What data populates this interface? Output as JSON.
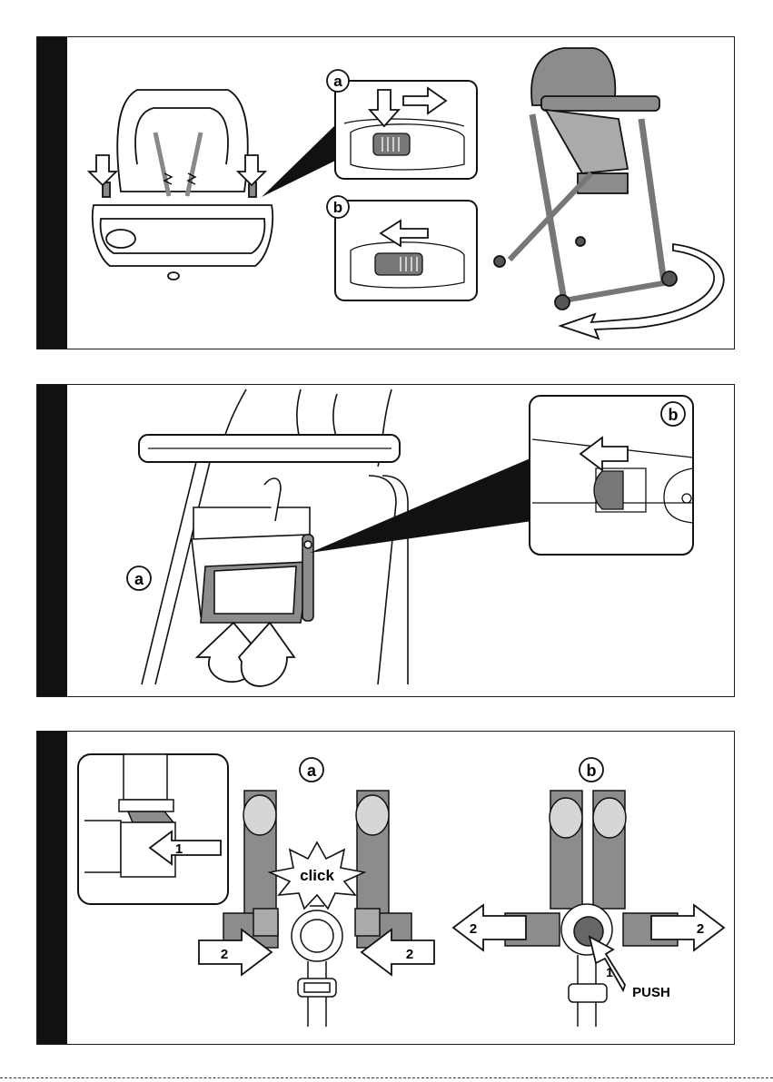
{
  "page": {
    "colors": {
      "frame": "#111111",
      "grey": "#8c8c8c",
      "light": "#d6d6d6",
      "dark": "#555555"
    }
  },
  "panel1": {
    "label_a": "a",
    "label_b": "b"
  },
  "panel2": {
    "label_a": "a",
    "label_b": "b"
  },
  "panel3": {
    "label_a": "a",
    "label_b": "b",
    "step1": "1",
    "step2": "2",
    "click": "click",
    "push": "PUSH"
  }
}
